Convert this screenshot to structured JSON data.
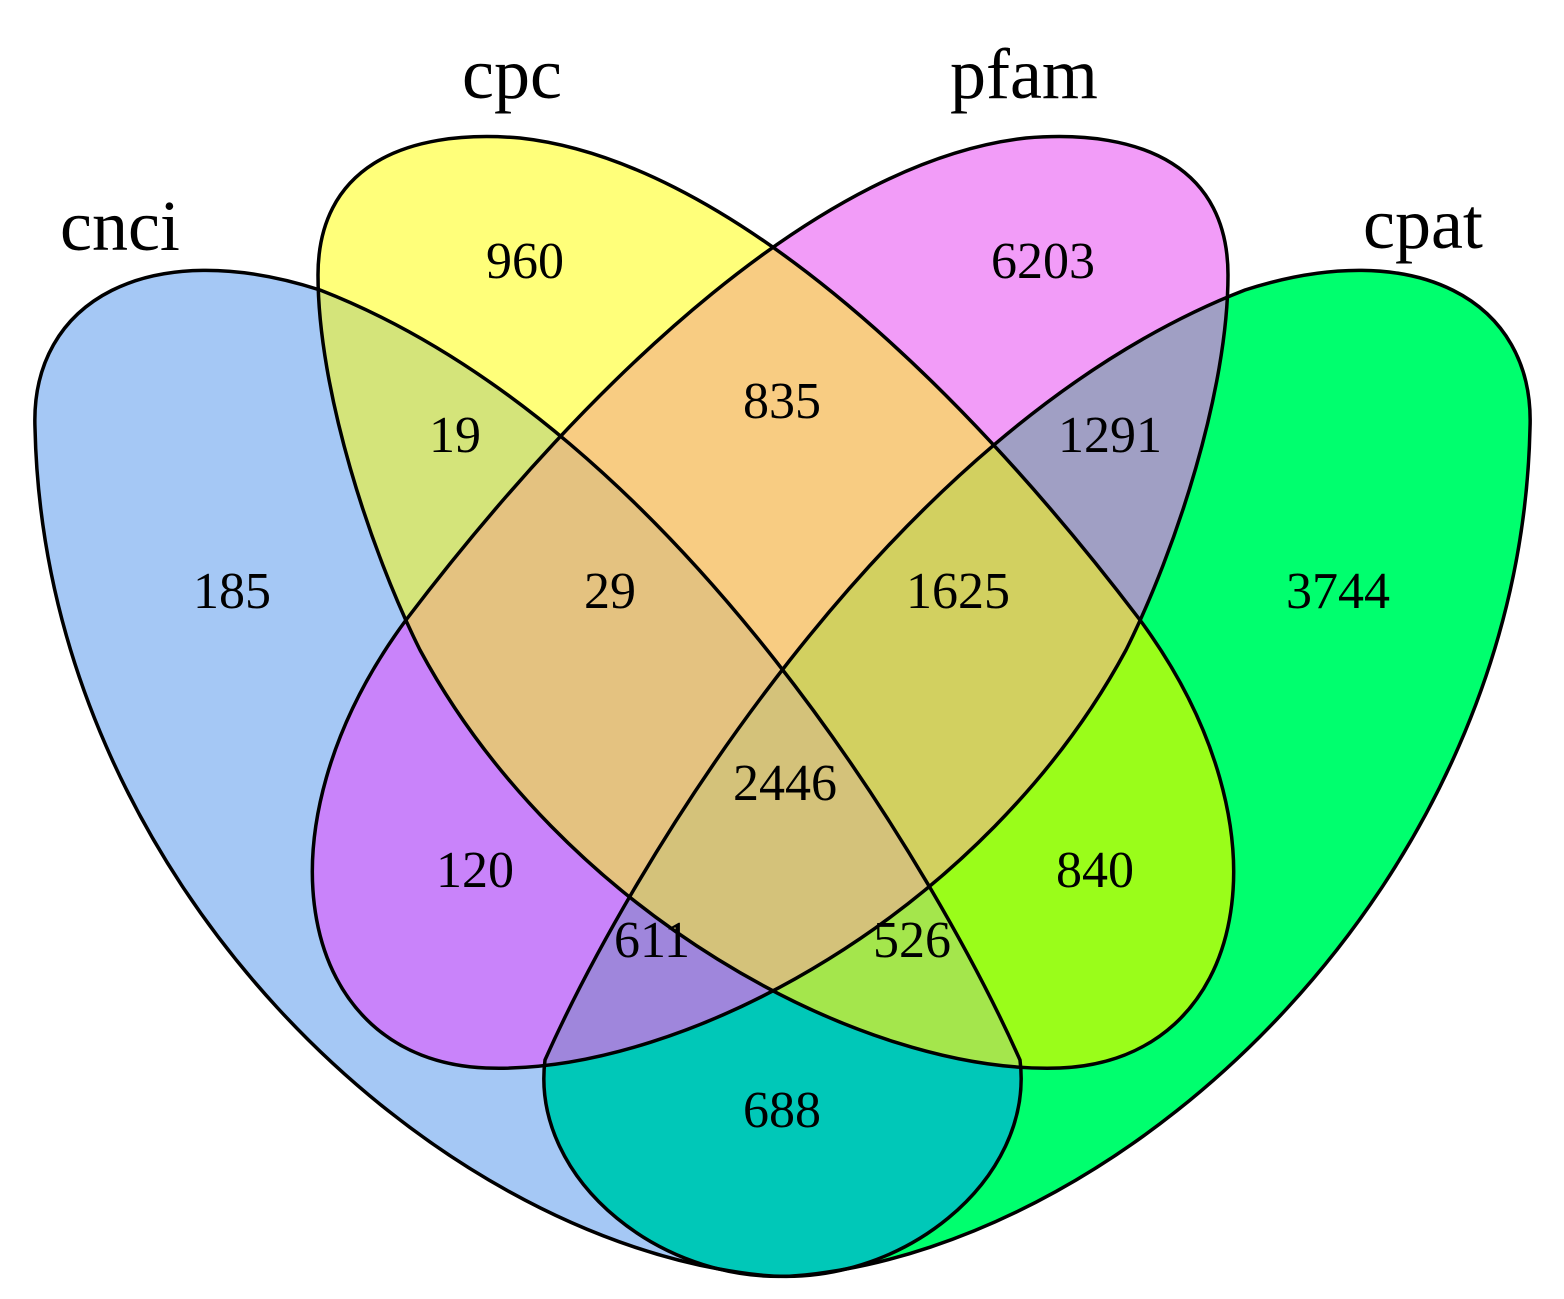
{
  "diagram": {
    "type": "venn-4",
    "sets": [
      {
        "id": "cnci",
        "label": "cnci",
        "color": "#a5c8f5"
      },
      {
        "id": "cpc",
        "label": "cpc",
        "color": "#ffff7a"
      },
      {
        "id": "pfam",
        "label": "pfam",
        "color": "#f29cf8"
      },
      {
        "id": "cpat",
        "label": "cpat",
        "color": "#00ff6e"
      }
    ],
    "regions": {
      "cpc_only": "960",
      "pfam_only": "6203",
      "cnci_only": "185",
      "cpat_only": "3744",
      "cnci_cpc": "19",
      "cpc_pfam": "835",
      "pfam_cpat": "1291",
      "cnci_cpc_pfam": "29",
      "cpc_pfam_cpat": "1625",
      "all_four": "2446",
      "cnci_pfam": "120",
      "cpc_cpat": "840",
      "cnci_pfam_cpat": "611",
      "cnci_cpc_cpat": "526",
      "cnci_cpat": "688"
    }
  }
}
